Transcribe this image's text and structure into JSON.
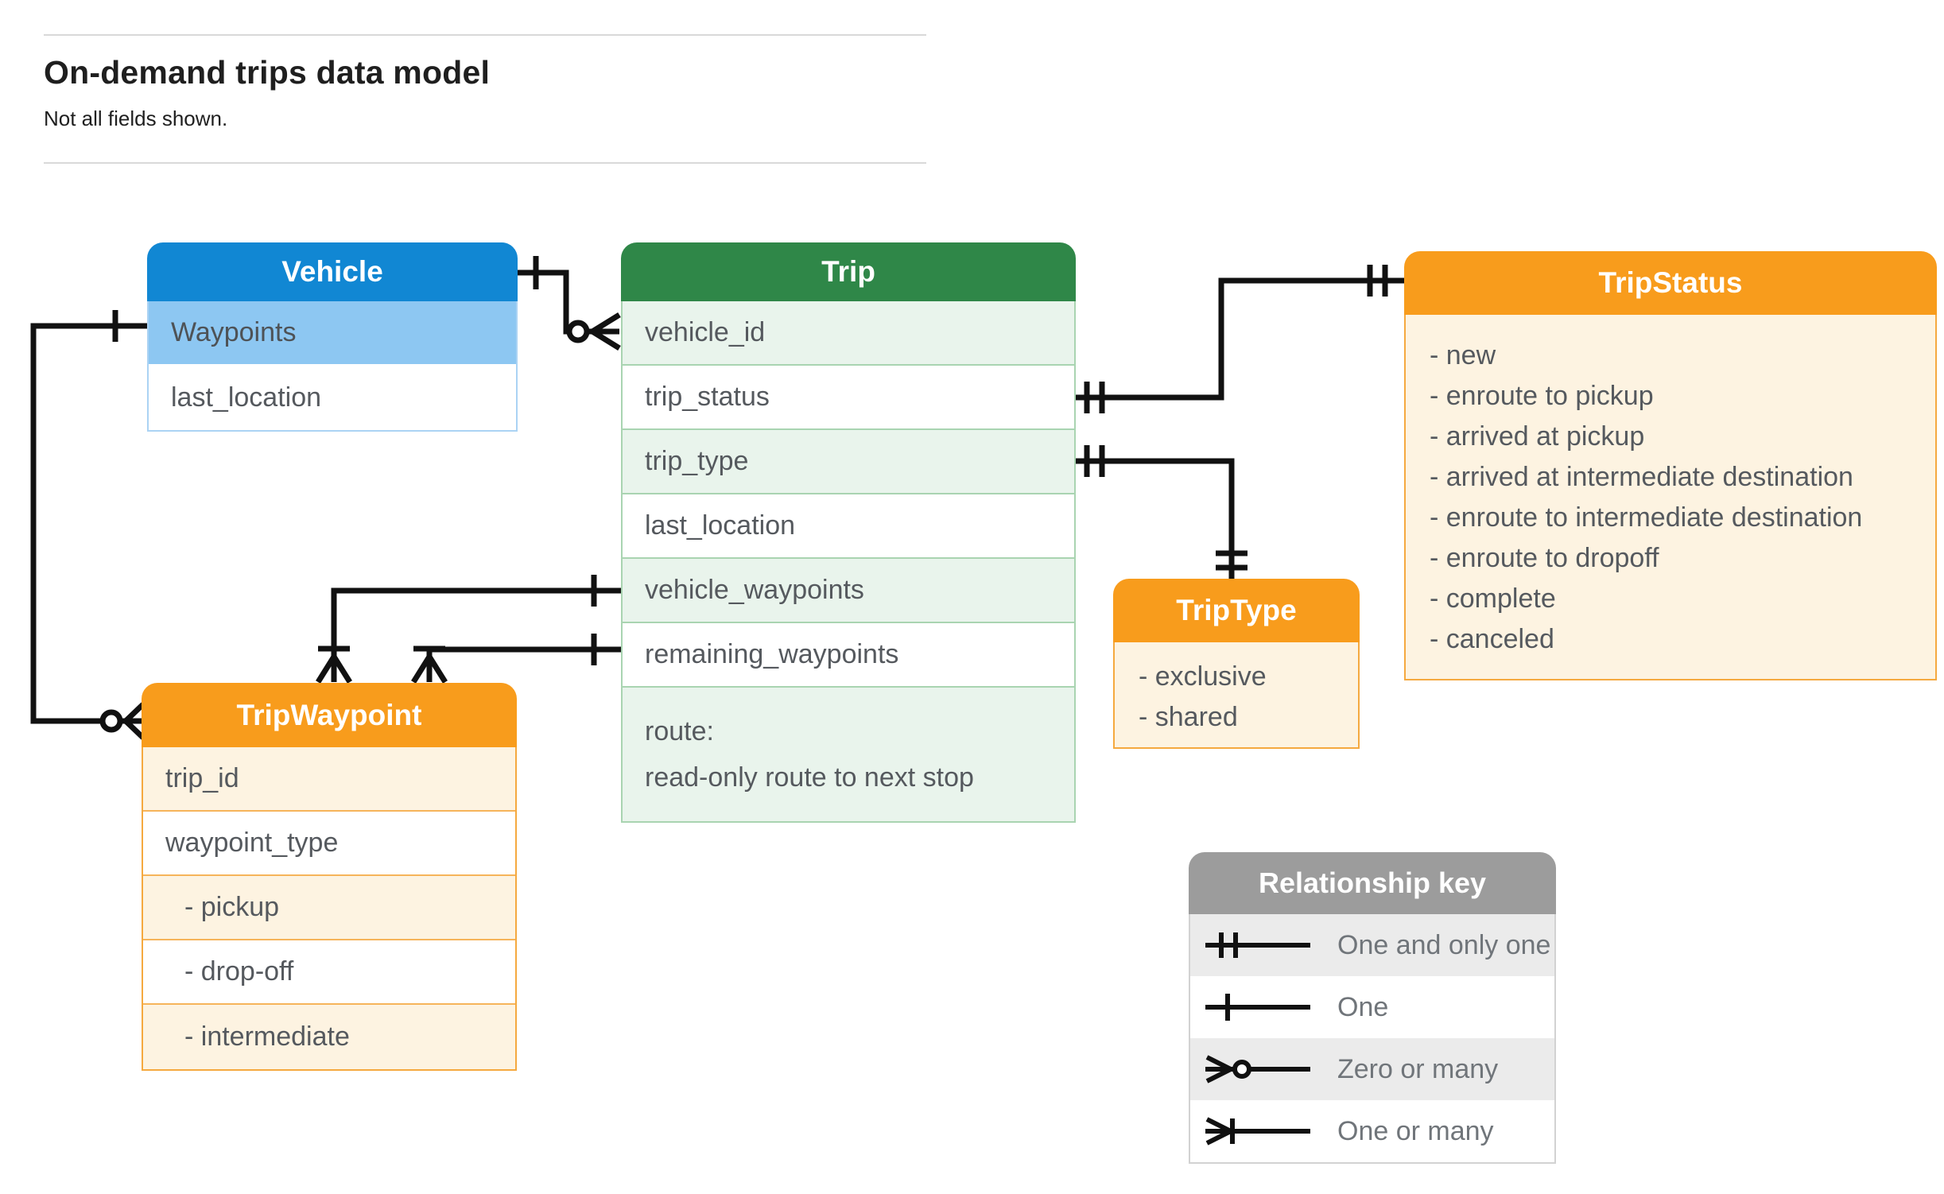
{
  "page": {
    "title": "On-demand trips data model",
    "subtitle": "Not all fields shown."
  },
  "entities": {
    "vehicle": {
      "title": "Vehicle",
      "fields": [
        "Waypoints",
        "last_location"
      ]
    },
    "trip": {
      "title": "Trip",
      "fields": [
        "vehicle_id",
        "trip_status",
        "trip_type",
        "last_location",
        "vehicle_waypoints",
        "remaining_waypoints"
      ],
      "route_label": "route:",
      "route_description": "read-only route to next stop"
    },
    "trip_status": {
      "title": "TripStatus",
      "values": [
        "- new",
        "- enroute to pickup",
        "- arrived at pickup",
        "- arrived at intermediate destination",
        "- enroute to intermediate destination",
        "- enroute to dropoff",
        "- complete",
        "- canceled"
      ]
    },
    "trip_type": {
      "title": "TripType",
      "values": [
        "- exclusive",
        "- shared"
      ]
    },
    "trip_waypoint": {
      "title": "TripWaypoint",
      "fields": [
        "trip_id",
        "waypoint_type",
        "- pickup",
        "- drop-off",
        "- intermediate"
      ]
    }
  },
  "legend": {
    "title": "Relationship key",
    "items": [
      {
        "symbol": "one-and-only-one",
        "label": "One and only one"
      },
      {
        "symbol": "one",
        "label": "One"
      },
      {
        "symbol": "zero-or-many",
        "label": "Zero or many"
      },
      {
        "symbol": "one-or-many",
        "label": "One or many"
      }
    ]
  },
  "colors": {
    "vehicle_header": "#1187d3",
    "vehicle_highlight": "#8dc7f2",
    "trip_header": "#2f8748",
    "trip_row_tint": "#e9f4ec",
    "enum_header": "#f89c1c",
    "enum_body": "#fdf3e1",
    "legend_header": "#9c9c9c",
    "legend_row_tint": "#ebebeb",
    "connector": "#111111"
  }
}
